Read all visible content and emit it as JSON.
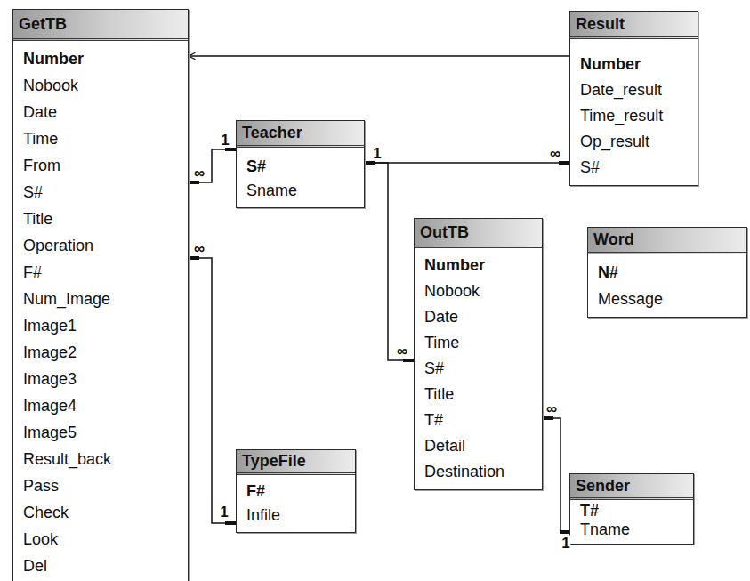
{
  "diagram": {
    "nodes": [
      {
        "text": [
          "GetTB",
          "Number",
          "Nobook",
          "Date",
          "Time",
          "From",
          "S#",
          "Title",
          "Operation",
          "F#",
          "Num_Image",
          "Image1",
          "Image2",
          "Image3",
          "Image4",
          "Image5",
          "Result_back",
          "Pass",
          "Check",
          "Look",
          "Del"
        ]
      },
      {
        "text": [
          "Result",
          "Number",
          "Date_result",
          "Time_result",
          "Op_result",
          "S#"
        ]
      },
      {
        "text": [
          "Teacher",
          "S#",
          "Sname"
        ]
      },
      {
        "text": [
          "OutTB",
          "Number",
          "Nobook",
          "Date",
          "Time",
          "S#",
          "Title",
          "T#",
          "Detail",
          "Destination"
        ]
      },
      {
        "text": [
          "Word",
          "N#",
          "Message"
        ]
      },
      {
        "text": [
          "TypeFile",
          "F#",
          "Infile"
        ]
      },
      {
        "text": [
          "Sender",
          "T#",
          "Tname"
        ]
      }
    ],
    "edges": [
      {
        "from": 1,
        "to": 0,
        "arrow": "to"
      },
      {
        "from": 2,
        "to": 0,
        "arrow": "none"
      },
      {
        "from": 2,
        "to": 1,
        "arrow": "none"
      },
      {
        "from": 2,
        "to": 3,
        "arrow": "none"
      },
      {
        "from": 5,
        "to": 0,
        "arrow": "none"
      },
      {
        "from": 6,
        "to": 3,
        "arrow": "none"
      }
    ],
    "labels": [
      "∞",
      "1",
      "1",
      "∞",
      "∞",
      "∞",
      "1",
      "∞",
      "1"
    ]
  }
}
